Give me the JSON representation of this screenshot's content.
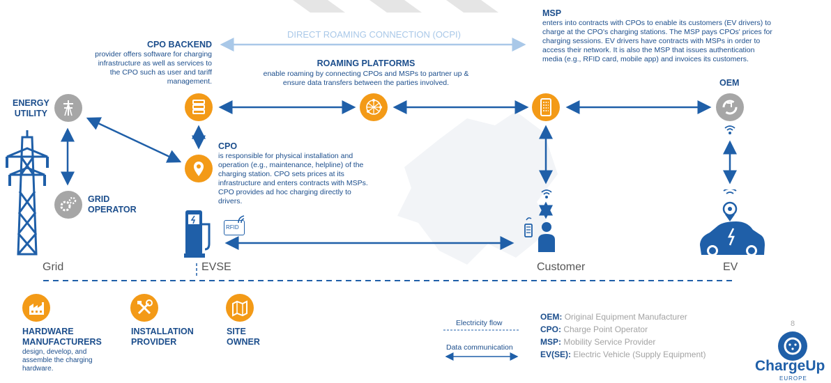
{
  "colors": {
    "accent": "#f39a17",
    "primary": "#1c4e8c",
    "arrow_main": "#1f5fa8",
    "arrow_light": "#a9c8e8",
    "grey": "#a6a6a6"
  },
  "direct_roaming": "DIRECT ROAMING CONNECTION (OCPI)",
  "cpo_backend": {
    "title": "CPO BACKEND",
    "desc": "provider offers software for charging infrastructure as well as services to the CPO such as user and tariff management."
  },
  "roaming": {
    "title": "ROAMING PLATFORMS",
    "desc": "enable roaming by connecting CPOs and MSPs to partner up & ensure data transfers between the parties involved."
  },
  "msp": {
    "title": "MSP",
    "desc": "enters into contracts with CPOs to enable its customers (EV drivers) to charge at the CPO's charging stations. The MSP pays CPOs' prices for charging sessions. EV drivers have contracts with MSPs in order to access their network. It is also the MSP that issues authentication media (e.g., RFID card, mobile app) and invoices its customers."
  },
  "oem_label": "OEM",
  "energy_utility": "ENERGY UTILITY",
  "grid_operator": "GRID OPERATOR",
  "cpo": {
    "title": "CPO",
    "desc": "is responsible for physical installation and operation (e.g., maintenance, helpline) of the charging station. CPO sets prices at its infrastructure and enters contracts with MSPs. CPO provides ad hoc charging directly to drivers."
  },
  "rfid": "RFID",
  "axis": {
    "grid": "Grid",
    "evse": "EVSE",
    "customer": "Customer",
    "ev": "EV"
  },
  "bottom": {
    "hw_title": "HARDWARE MANUFACTURERS",
    "hw_desc": "design, develop, and assemble the charging hardware.",
    "install_title": "INSTALLATION PROVIDER",
    "site_title": "SITE OWNER"
  },
  "flow_legend": {
    "electricity": "Electricity flow",
    "data": "Data communication"
  },
  "glossary": [
    {
      "abbr": "OEM:",
      "text": "Original Equipment Manufacturer"
    },
    {
      "abbr": "CPO:",
      "text": "Charge Point Operator"
    },
    {
      "abbr": "MSP:",
      "text": "Mobility Service Provider"
    },
    {
      "abbr": "EV(SE):",
      "text": "Electric Vehicle (Supply Equipment)"
    }
  ],
  "page_number": "8",
  "brand": {
    "name": "ChargeUp",
    "sub": "EUROPE"
  }
}
